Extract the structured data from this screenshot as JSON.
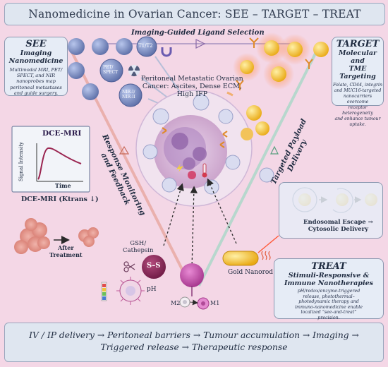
{
  "title": "Nanomedicine in Ovarian Cancer: SEE – TARGET – TREAT",
  "imaging_arrow_label": "Imaging-Guided Ligand Selection",
  "see": {
    "heading": "SEE",
    "subheading_1": "Imaging",
    "subheading_2": "Nanomedicine",
    "body": [
      "Multimodal MRI, PET/",
      "SPECT, and NIR",
      "nanoprobes map",
      "peritoneal metastases",
      "and guide surgery."
    ]
  },
  "target": {
    "heading": "TARGET",
    "subheading_1": "Molecular and",
    "subheading_2": "TME Targeting",
    "body": [
      "Folate, CD44, integrin",
      "and MUC16-targeted",
      "nanocarriers overcome",
      "receptor heterogeneity",
      "and enhance tumour",
      "uptake."
    ]
  },
  "treat": {
    "heading": "TREAT",
    "subheading_1": "Stimuli-Responsive &",
    "subheading_2": "Immune Nanotherapies",
    "body": [
      "pH/redox/enzyme-triggered",
      "release, photothermal–",
      "photodynamic therapy and",
      "immuno-nanomedicine enable",
      "localized “see-and-treat”",
      "precision."
    ]
  },
  "nanoprobe_labels": [
    "T1/T2",
    "PET/\nSPECT",
    "NIR-I/\nNIR-II"
  ],
  "tumour_label": [
    "Peritoneal Metastatic Ovarian",
    "Cancer: Ascites, Dense ECM,",
    "High IFP"
  ],
  "dce": {
    "chart_title": "DCE-MRI",
    "ylabel": "Signal Intensity",
    "xlabel": "Time",
    "caption": "DCE-MRI (Ktrans ↓)"
  },
  "response_label": [
    "Response Monitoring",
    "and Feedback"
  ],
  "payload_label": [
    "Targeted Payload",
    "Delivery"
  ],
  "endosomal": [
    "Endosomal Escape →",
    "Cytosolic Delivery"
  ],
  "after_treatment": [
    "After",
    "Treatment"
  ],
  "gsh": [
    "GSH/",
    "Cathepsin"
  ],
  "ss_label": "S–S",
  "ph_label": "pH",
  "gold_label": "Gold Nanorod",
  "m2_label": "M2",
  "m1_label": "M1",
  "bottom_lines": [
    "IV / IP delivery → Peritoneal barriers → Tumour accumulation → Imaging →",
    "Triggered release → Therapeutic response"
  ],
  "colors": {
    "background": "#f4d7e6",
    "panel": "#e6ecf6",
    "probe": "#7b8ec4",
    "target_np": "#f4c12e",
    "tumour": "#c9a6cf",
    "macrophage": "#b3479b"
  }
}
